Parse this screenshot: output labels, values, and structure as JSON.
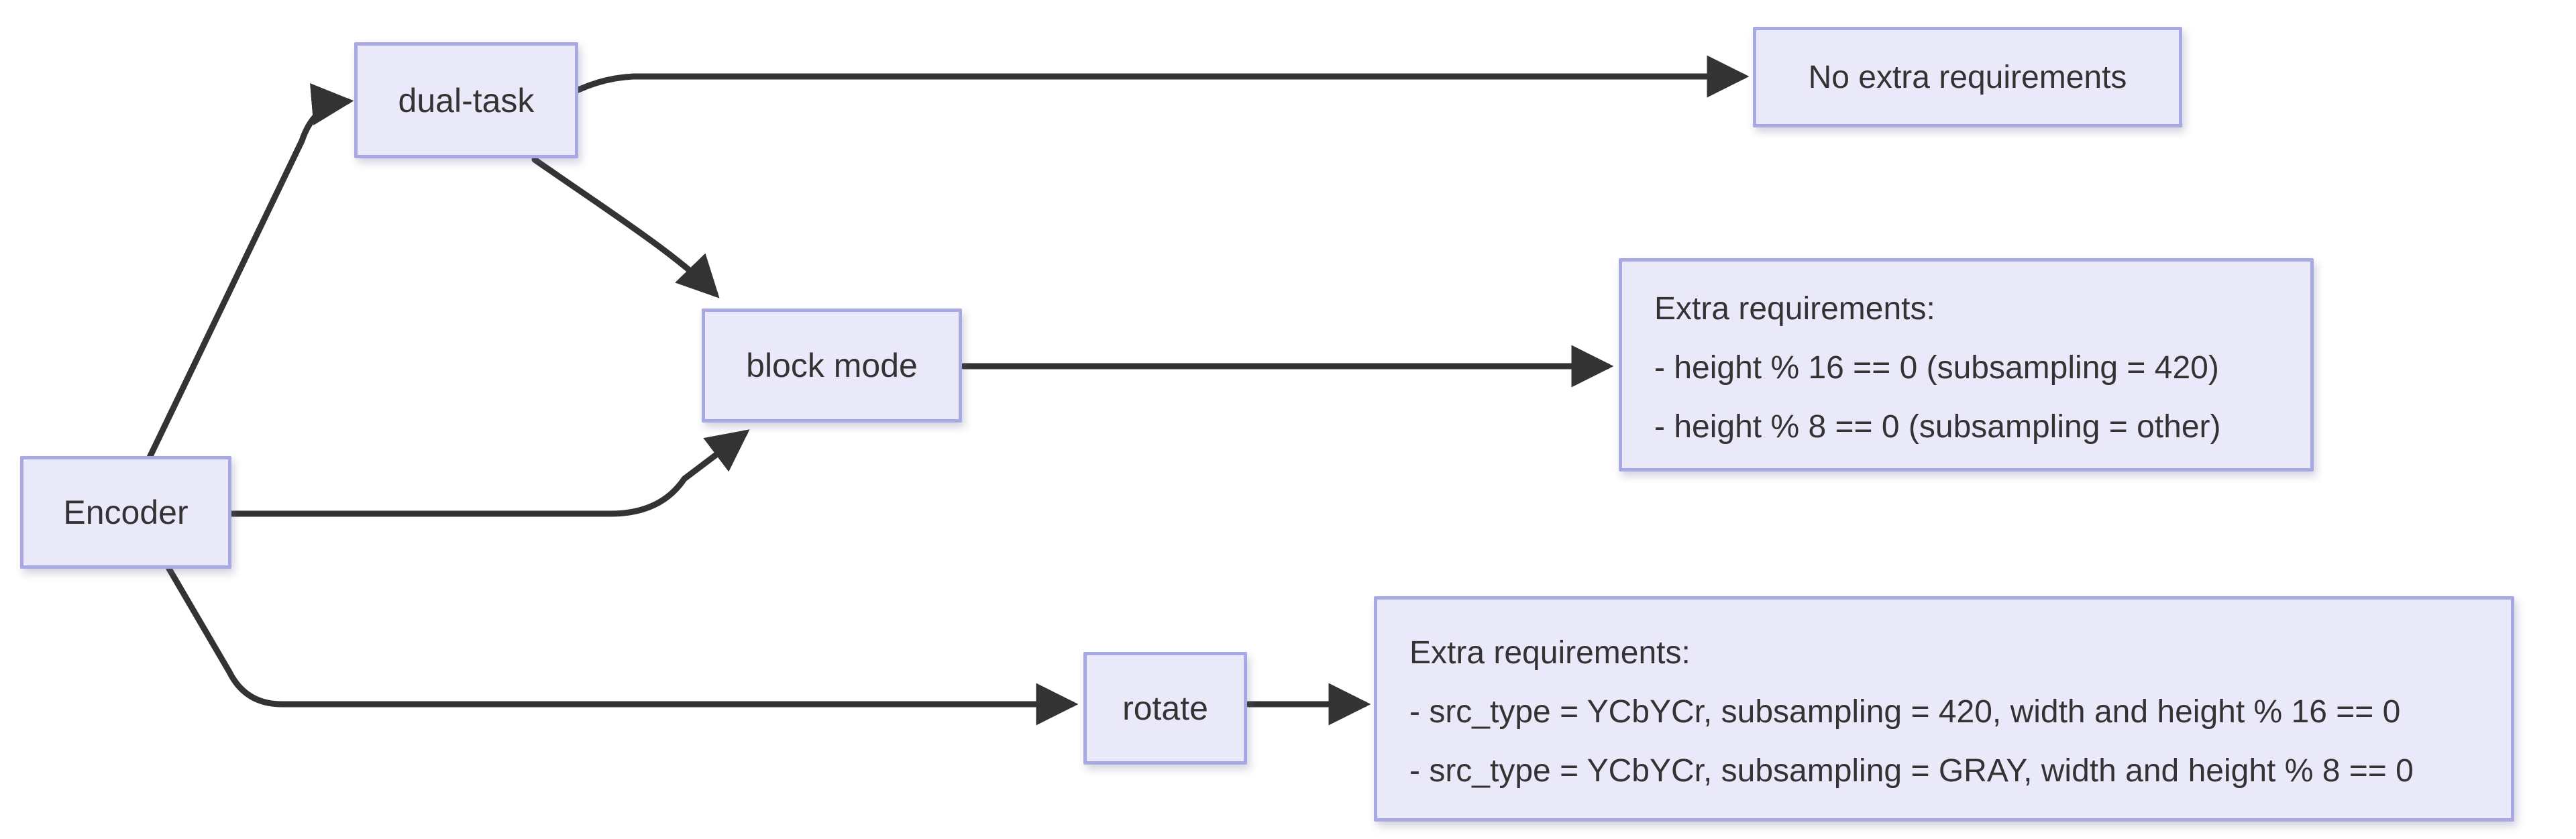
{
  "diagram": {
    "type": "flowchart",
    "direction": "left-to-right",
    "colors": {
      "background": "#ffffff",
      "node_fill": "#e9e9fa",
      "node_border": "#a8a8e2",
      "edge": "#333333",
      "text": "#333333"
    },
    "nodes": {
      "encoder": {
        "label": "Encoder"
      },
      "dual_task": {
        "label": "dual-task"
      },
      "block_mode": {
        "label": "block mode"
      },
      "rotate": {
        "label": "rotate"
      },
      "no_extra": {
        "label": "No extra requirements"
      },
      "block_reqs": {
        "lines": [
          "Extra requirements:",
          "- height % 16 == 0 (subsampling = 420)",
          "- height % 8 == 0 (subsampling = other)"
        ]
      },
      "rotate_reqs": {
        "lines": [
          "Extra requirements:",
          "- src_type = YCbYCr, subsampling = 420, width and height % 16 == 0",
          "- src_type = YCbYCr, subsampling = GRAY, width and height % 8 == 0"
        ]
      }
    },
    "edges": [
      {
        "from": "Encoder",
        "to": "dual-task"
      },
      {
        "from": "Encoder",
        "to": "block mode"
      },
      {
        "from": "Encoder",
        "to": "rotate"
      },
      {
        "from": "dual-task",
        "to": "No extra requirements"
      },
      {
        "from": "dual-task",
        "to": "block mode"
      },
      {
        "from": "block mode",
        "to": "Extra requirements (block mode)"
      },
      {
        "from": "rotate",
        "to": "Extra requirements (rotate)"
      }
    ]
  }
}
